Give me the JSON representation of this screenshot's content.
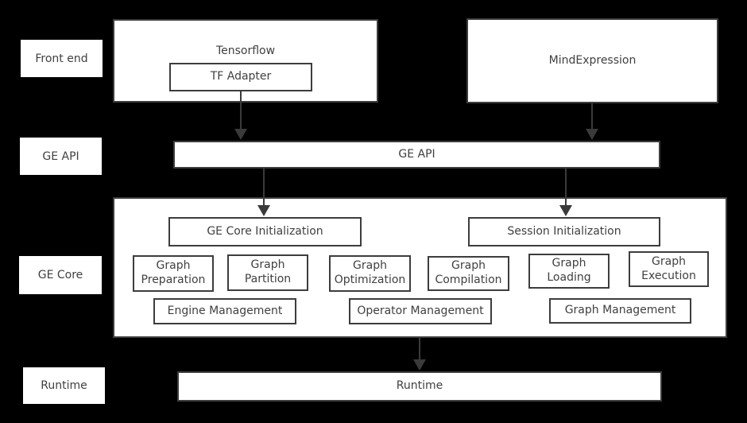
{
  "diagram": {
    "row_labels": {
      "front_end": "Front end",
      "ge_api": "GE API",
      "ge_core": "GE Core",
      "runtime": "Runtime"
    },
    "front_end_layer": {
      "tensorflow": "Tensorflow",
      "tf_adapter": "TF Adapter",
      "mindexpression": "MindExpression"
    },
    "api_layer": {
      "ge_api_bar": "GE API"
    },
    "core_layer": {
      "ge_core_initialization": "GE Core Initialization",
      "session_initialization": "Session Initialization",
      "graph_preparation": "Graph Preparation",
      "graph_partition": "Graph Partition",
      "graph_optimization": "Graph Optimization",
      "graph_compilation": "Graph Compilation",
      "graph_loading": "Graph Loading",
      "graph_execution": "Graph Execution",
      "engine_management": "Engine Management",
      "operator_management": "Operator Management",
      "graph_management": "Graph Management"
    },
    "runtime_layer": {
      "runtime_bar": "Runtime"
    },
    "colors": {
      "background": "#000000",
      "box_fill": "#ffffff",
      "border": "#3d3d3d",
      "text": "#404040",
      "arrow": "#3a3a3a"
    }
  }
}
